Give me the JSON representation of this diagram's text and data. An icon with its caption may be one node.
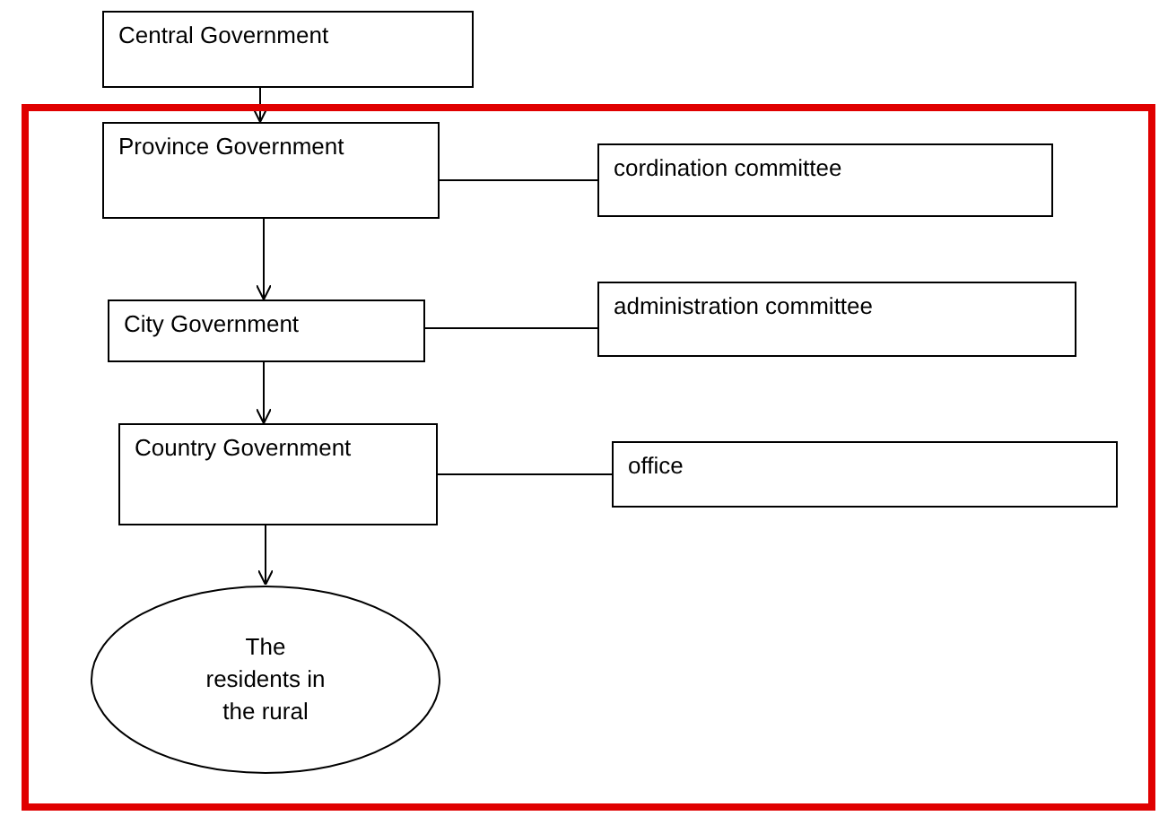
{
  "diagram": {
    "nodes": [
      {
        "text": [
          "Central Government"
        ]
      },
      {
        "text": [],
        "shape": "box"
      },
      {
        "text": [
          "Province Government"
        ],
        "in": 1
      },
      {
        "text": [
          "cordination committee"
        ],
        "in": 1
      },
      {
        "text": [
          "City Government"
        ],
        "in": 1
      },
      {
        "text": [
          "administration committee"
        ],
        "in": 1
      },
      {
        "text": [
          "Country Government"
        ],
        "in": 1
      },
      {
        "text": [
          "office"
        ],
        "in": 1
      },
      {
        "text": [
          "The residents in the rural"
        ],
        "in": 1
      }
    ],
    "edges": [
      {
        "from": 0,
        "to": 2,
        "arrow": "to"
      },
      {
        "from": 2,
        "to": 3,
        "arrow": "none"
      },
      {
        "from": 2,
        "to": 4,
        "arrow": "to"
      },
      {
        "from": 4,
        "to": 5,
        "arrow": "none"
      },
      {
        "from": 4,
        "to": 6,
        "arrow": "to"
      },
      {
        "from": 6,
        "to": 7,
        "arrow": "none"
      },
      {
        "from": 6,
        "to": 8,
        "arrow": "to"
      }
    ]
  }
}
